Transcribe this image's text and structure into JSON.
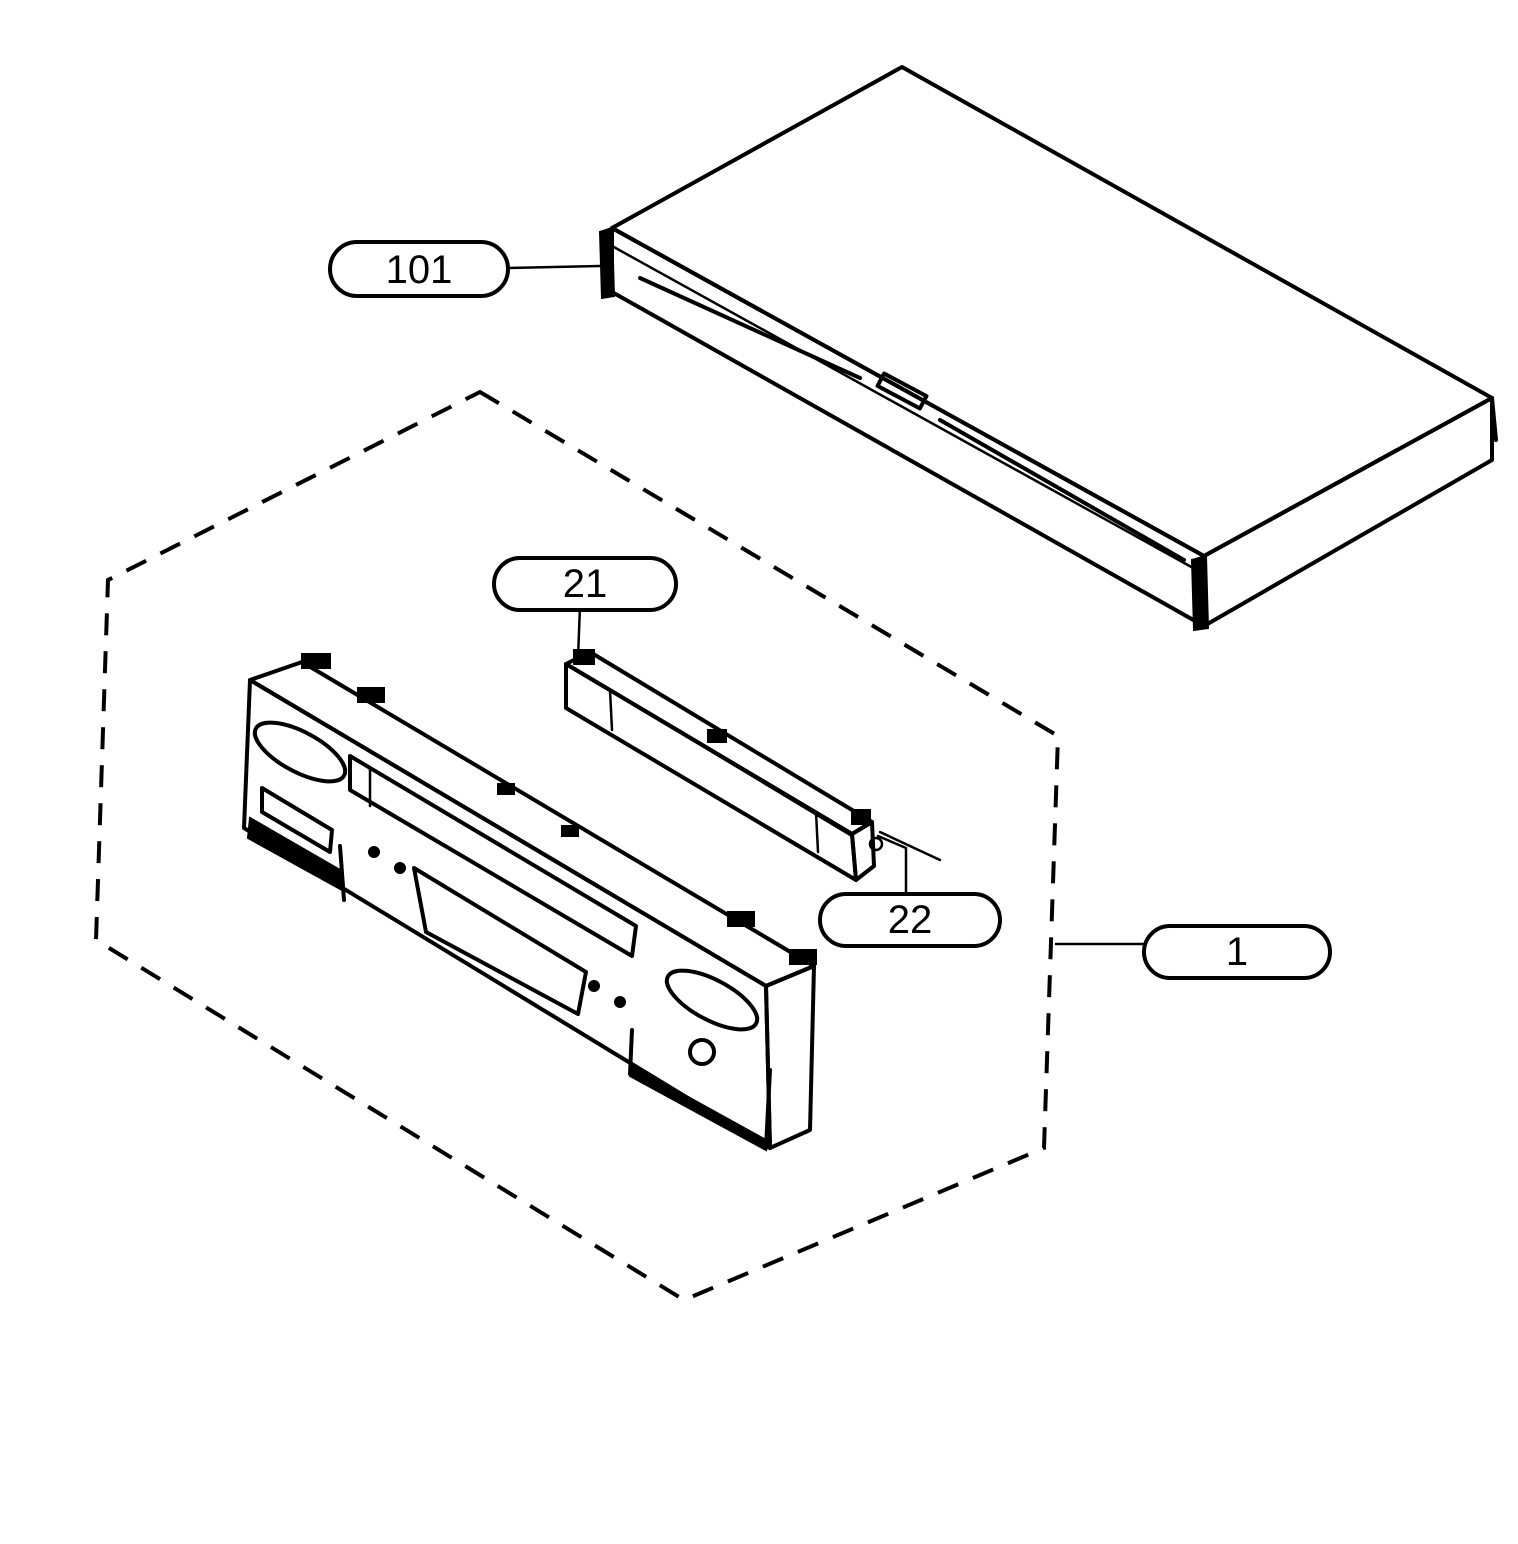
{
  "callouts": [
    {
      "id": "c101",
      "label": "101"
    },
    {
      "id": "c21",
      "label": "21"
    },
    {
      "id": "c22",
      "label": "22"
    },
    {
      "id": "c1",
      "label": "1"
    }
  ],
  "parts": {
    "top_cover": {
      "icon": "top-cover-icon"
    },
    "front_panel": {
      "icon": "front-panel-icon"
    },
    "door_assembly": {
      "icon": "cassette-door-icon"
    }
  },
  "colors": {
    "line": "#000000",
    "background": "#ffffff"
  }
}
